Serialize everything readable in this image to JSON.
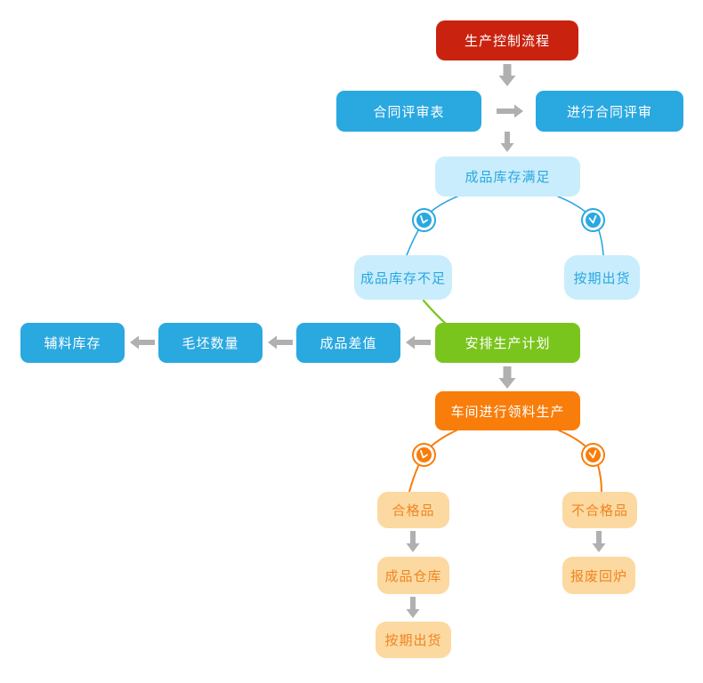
{
  "diagram": {
    "type": "flowchart",
    "background": "#ffffff"
  },
  "colors": {
    "red_node": "#c9230f",
    "blue_node": "#2aa8e0",
    "light_blue_node_bg": "#c9edfc",
    "light_blue_node_text": "#2aa7e0",
    "green_node": "#7ac51d",
    "orange_node": "#f87d0b",
    "tan_node_bg": "#fcd9a1",
    "tan_node_text": "#ef8522",
    "arrow_gray": "#b0b0b0"
  },
  "icons": {
    "branch_marker_left": "clock-icon",
    "branch_marker_right": "clock-icon"
  },
  "nodes": {
    "production_control": {
      "label": "生产控制流程"
    },
    "contract_review_form": {
      "label": "合同评审表"
    },
    "conduct_contract_review": {
      "label": "进行合同评审"
    },
    "finished_stock_sufficient": {
      "label": "成品库存满足"
    },
    "finished_stock_insufficient": {
      "label": "成品库存不足"
    },
    "ship_on_schedule_top": {
      "label": "按期出货"
    },
    "arrange_production_plan": {
      "label": "安排生产计划"
    },
    "finished_product_difference": {
      "label": "成品差值"
    },
    "blank_quantity": {
      "label": "毛坯数量"
    },
    "auxiliary_material_stock": {
      "label": "辅料库存"
    },
    "workshop_material_production": {
      "label": "车间进行领料生产"
    },
    "qualified_products": {
      "label": "合格品"
    },
    "unqualified_products": {
      "label": "不合格品"
    },
    "finished_goods_warehouse": {
      "label": "成品仓库"
    },
    "scrap_remelt": {
      "label": "报废回炉"
    },
    "ship_on_schedule_bottom": {
      "label": "按期出货"
    }
  },
  "flow": [
    {
      "from": "production_control",
      "to": "contract_review_row",
      "style": "gray-arrow-down"
    },
    {
      "from": "contract_review_form",
      "to": "conduct_contract_review",
      "style": "gray-arrow-right"
    },
    {
      "from": "contract_review_row",
      "to": "finished_stock_sufficient",
      "style": "gray-arrow-down"
    },
    {
      "from": "finished_stock_sufficient",
      "to": "finished_stock_insufficient",
      "style": "blue-curve-clock"
    },
    {
      "from": "finished_stock_sufficient",
      "to": "ship_on_schedule_top",
      "style": "blue-curve-clock"
    },
    {
      "from": "finished_stock_insufficient",
      "to": "arrange_production_plan",
      "style": "green-line"
    },
    {
      "from": "arrange_production_plan",
      "to": "finished_product_difference",
      "style": "gray-arrow-left"
    },
    {
      "from": "finished_product_difference",
      "to": "blank_quantity",
      "style": "gray-arrow-left"
    },
    {
      "from": "blank_quantity",
      "to": "auxiliary_material_stock",
      "style": "gray-arrow-left"
    },
    {
      "from": "arrange_production_plan",
      "to": "workshop_material_production",
      "style": "gray-arrow-down"
    },
    {
      "from": "workshop_material_production",
      "to": "qualified_products",
      "style": "orange-curve-clock"
    },
    {
      "from": "workshop_material_production",
      "to": "unqualified_products",
      "style": "orange-curve-clock"
    },
    {
      "from": "qualified_products",
      "to": "finished_goods_warehouse",
      "style": "gray-arrow-down"
    },
    {
      "from": "finished_goods_warehouse",
      "to": "ship_on_schedule_bottom",
      "style": "gray-arrow-down"
    },
    {
      "from": "unqualified_products",
      "to": "scrap_remelt",
      "style": "gray-arrow-down"
    }
  ]
}
